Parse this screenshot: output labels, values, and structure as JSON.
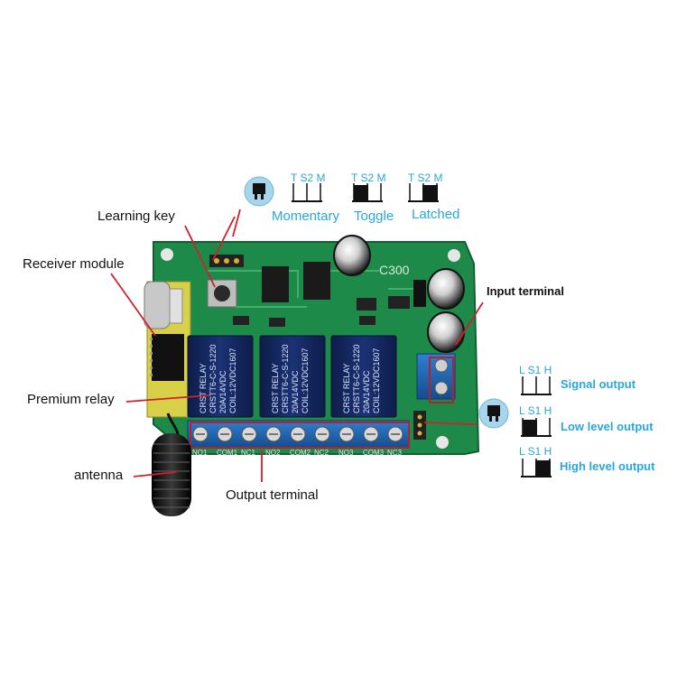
{
  "labels": {
    "learning_key": "Learning key",
    "receiver_module": "Receiver module",
    "premium_relay": "Premium relay",
    "antenna": "antenna",
    "output_terminal": "Output terminal",
    "input_terminal": "Input terminal"
  },
  "jumper_modes": {
    "pins": [
      "T",
      "S2",
      "M"
    ],
    "modes": [
      {
        "label": "Momentary",
        "jumper": "none"
      },
      {
        "label": "Toggle",
        "jumper": "T-S2"
      },
      {
        "label": "Latched",
        "jumper": "S2-M"
      }
    ]
  },
  "output_modes": {
    "pins": [
      "L",
      "S1",
      "H"
    ],
    "modes": [
      {
        "label": "Signal output",
        "jumper": "none"
      },
      {
        "label": "Low level output",
        "jumper": "L-S1"
      },
      {
        "label": "High level output",
        "jumper": "S1-H"
      }
    ]
  },
  "relay_text": [
    "CRST RELAY",
    "CRSTT6-C-S-1220",
    "20A/14VDC",
    "COIL:12VDC1607"
  ],
  "terminal_labels": [
    "NO1",
    "COM1",
    "NC1",
    "NO2",
    "COM2",
    "NC2",
    "NO3",
    "COM3",
    "NC3"
  ],
  "board_marking": "C300",
  "colors": {
    "pcb": "#1d8a4a",
    "terminal": "#1c5fa8",
    "pointer": "#d0202a",
    "accent_text": "#2aa6d8"
  }
}
